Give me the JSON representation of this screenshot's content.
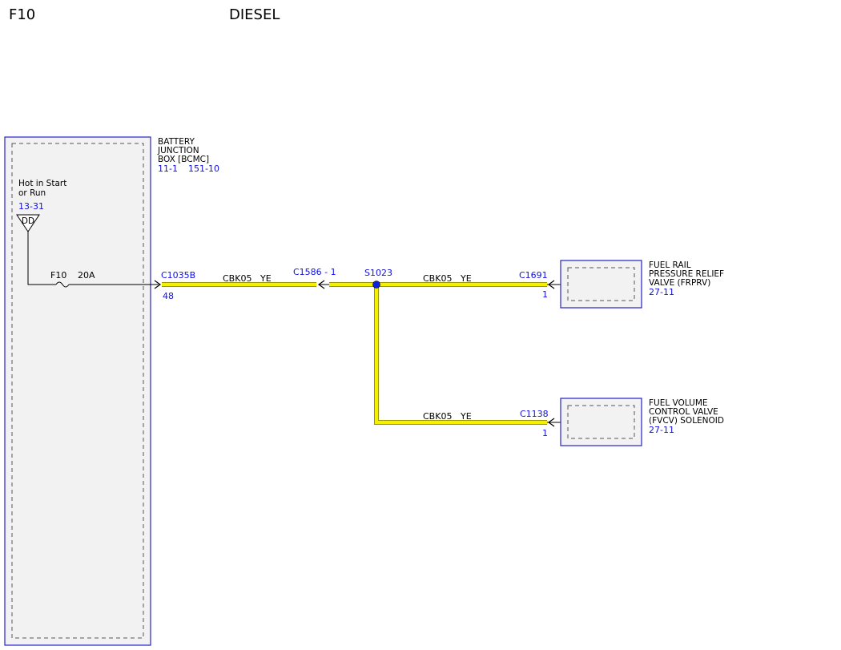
{
  "header": {
    "fuse_id": "F10",
    "variant": "DIESEL"
  },
  "colors": {
    "wire": "#f5f000",
    "wire_edge": "#9a9600",
    "box_border": "#2222cc",
    "box_fill": "#f2f2f2",
    "ref_text": "#1010e0",
    "splice": "#1020e0"
  },
  "bjb": {
    "name_lines": [
      "BATTERY",
      "JUNCTION",
      "BOX [BCMC]"
    ],
    "ref_1": "11-1",
    "ref_2": "151-10",
    "power_label_lines": [
      "Hot in Start",
      "or Run"
    ],
    "power_ref": "13-31",
    "power_symbol": "DD",
    "fuse_label": "F10",
    "fuse_rating": "20A"
  },
  "connectors": {
    "c1035b": {
      "name": "C1035B",
      "pin": "48"
    },
    "c1586": {
      "name": "C1586 - 1"
    },
    "c1691": {
      "name": "C1691",
      "pin": "1"
    },
    "c1138": {
      "name": "C1138",
      "pin": "1"
    }
  },
  "splice": {
    "name": "S1023"
  },
  "wires": {
    "w1": {
      "circuit": "CBK05",
      "color": "YE"
    },
    "w2": {
      "circuit": "CBK05",
      "color": "YE"
    },
    "w3": {
      "circuit": "CBK05",
      "color": "YE"
    }
  },
  "components": {
    "frprv": {
      "name_lines": [
        "FUEL RAIL",
        "PRESSURE RELIEF",
        "VALVE (FRPRV)"
      ],
      "ref": "27-11"
    },
    "fvcv": {
      "name_lines": [
        "FUEL VOLUME",
        "CONTROL VALVE",
        "(FVCV) SOLENOID"
      ],
      "ref": "27-11"
    }
  }
}
